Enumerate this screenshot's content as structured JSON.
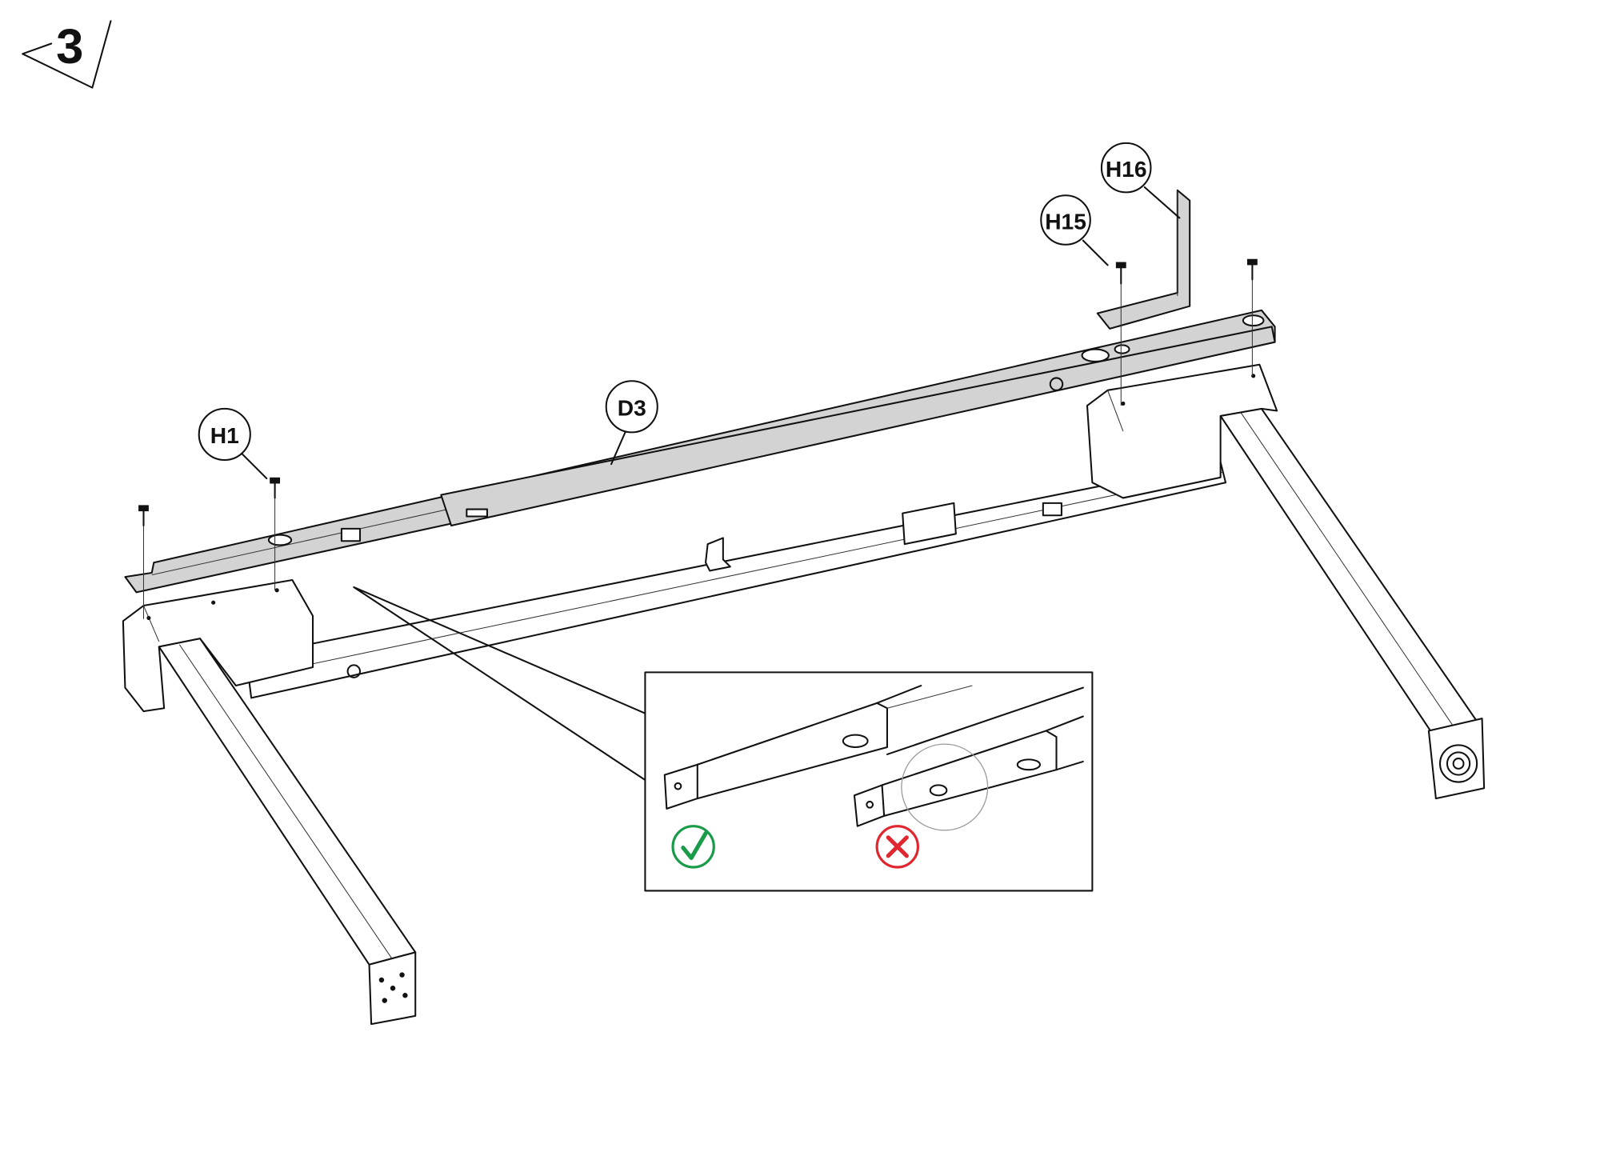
{
  "step": {
    "number": "3"
  },
  "parts": {
    "h1": "H1",
    "d3": "D3",
    "h15": "H15",
    "h16": "H16"
  },
  "inset": {
    "correct_icon": "check-circle-icon",
    "incorrect_icon": "x-circle-icon",
    "colors": {
      "correct": "#1a9b4a",
      "incorrect": "#e0262e"
    }
  }
}
